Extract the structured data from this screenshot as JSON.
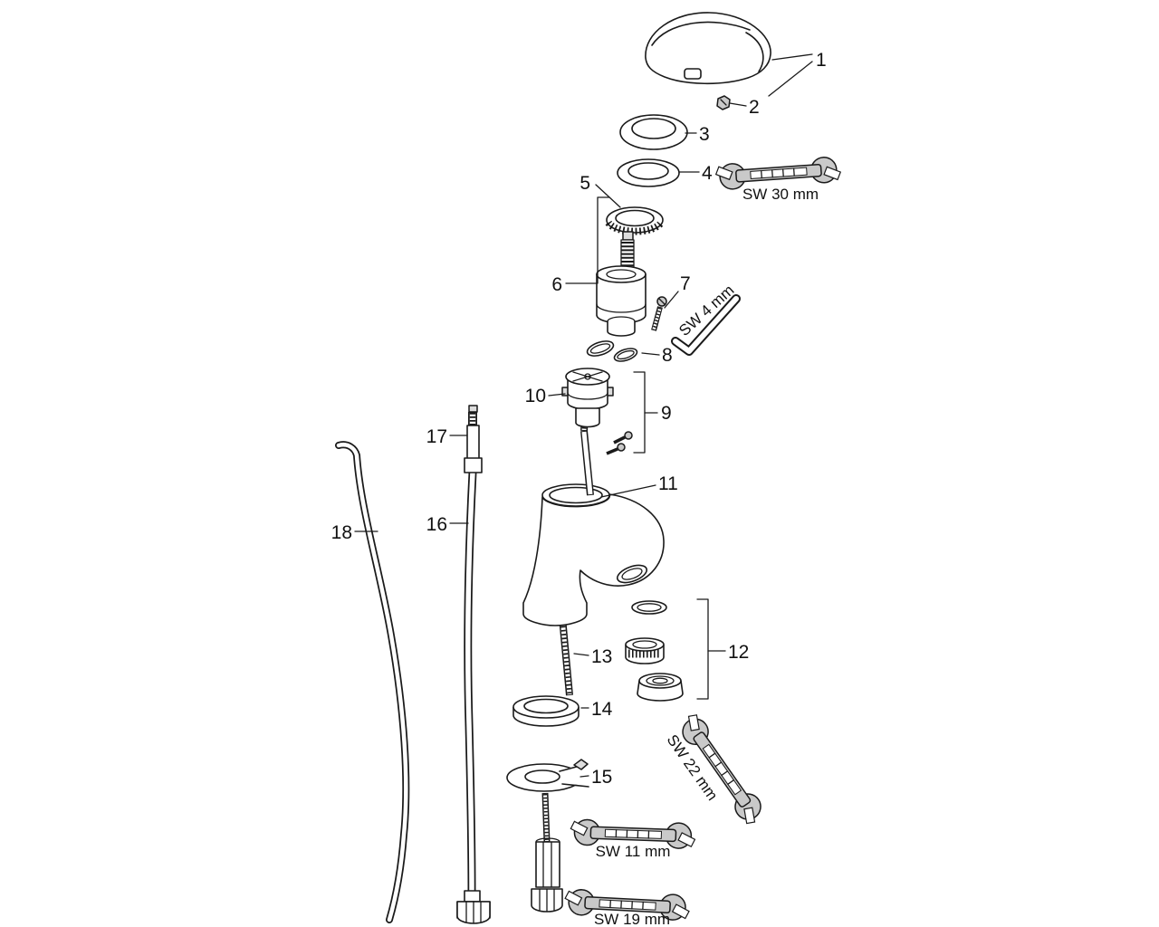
{
  "colors": {
    "line": "#1a1a1a",
    "metal_fill": "#c9c9c9",
    "background": "#ffffff"
  },
  "parts": {
    "p1": "1",
    "p2": "2",
    "p3": "3",
    "p4": "4",
    "p5": "5",
    "p6": "6",
    "p7": "7",
    "p8": "8",
    "p9": "9",
    "p10": "10",
    "p11": "11",
    "p12": "12",
    "p13": "13",
    "p14": "14",
    "p15": "15",
    "p16": "16",
    "p17": "17",
    "p18": "18"
  },
  "tools": {
    "sw30": "SW 30 mm",
    "sw4": "SW 4 mm",
    "sw22": "SW 22 mm",
    "sw11": "SW 11 mm",
    "sw19": "SW 19 mm"
  }
}
